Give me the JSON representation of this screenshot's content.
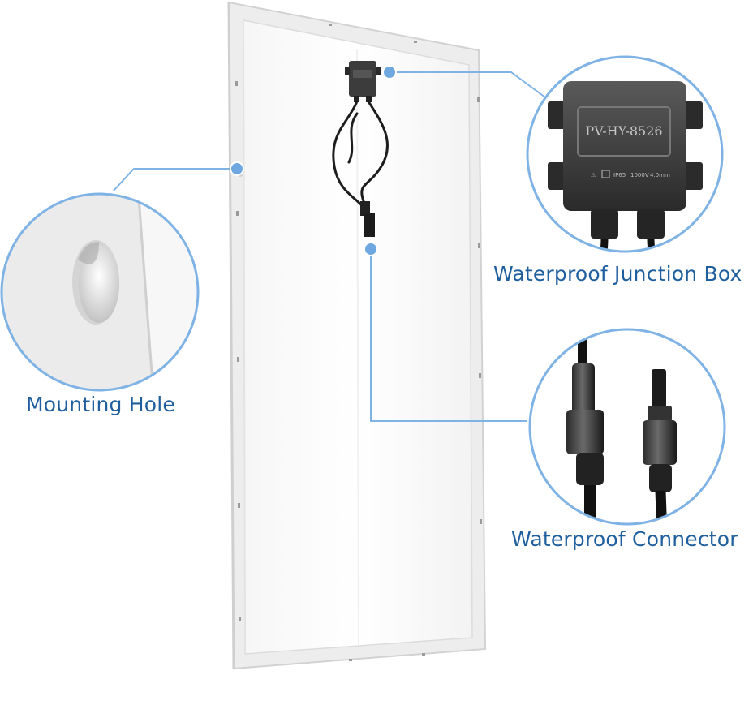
{
  "callouts": {
    "mounting_hole": "Mounting Hole",
    "junction_box": "Waterproof Junction Box",
    "connector": "Waterproof Connector"
  },
  "junction_box_markings": {
    "model": "PV-HY-8526",
    "rating_ip": "IP65",
    "rating_voltage": "1000V",
    "rating_wire": "4.0mm"
  },
  "colors": {
    "callout": "#7fb2e5",
    "label": "#1f5f9e",
    "panel_frame": "#f2f2f2",
    "cable": "#1b1b1b"
  }
}
